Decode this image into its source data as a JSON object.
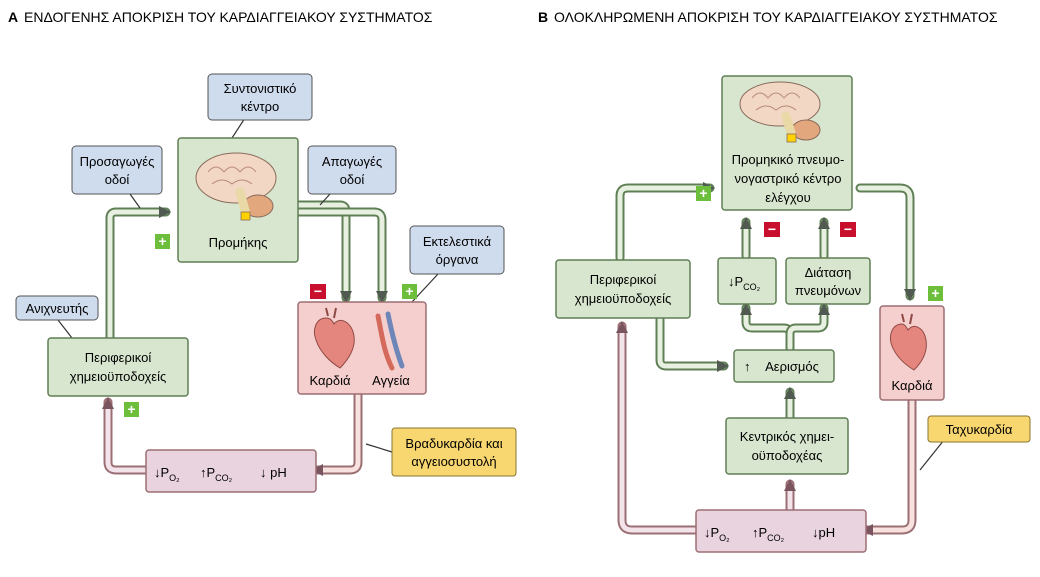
{
  "panel_a": {
    "letter": "A",
    "title": "ΕΝΔΟΓΕΝΗΣ ΑΠΟΚΡΙΣΗ ΤΟΥ ΚΑΡΔΙΑΓΓΕΙΑΚΟΥ ΣΥΣΤΗΜΑΤΟΣ",
    "coord_center": [
      "Συντονιστικό",
      "κέντρο"
    ],
    "afferent": [
      "Προσαγωγές",
      "οδοί"
    ],
    "efferent": [
      "Απαγωγές",
      "οδοί"
    ],
    "medulla": "Προμήκης",
    "effectors": [
      "Εκτελεστικά",
      "όργανα"
    ],
    "detector": "Ανιχνευτής",
    "chemoreceptors": [
      "Περιφερικοί",
      "χημειοϋποδοχείς"
    ],
    "heart": "Καρδιά",
    "vessels": "Αγγεία",
    "blood_gas": {
      "po2": "P",
      "po2_sub": "O₂",
      "pco2": "P",
      "pco2_sub": "CO₂",
      "ph": "pH"
    },
    "response": [
      "Βραδυκαρδία και",
      "αγγειοσυστολή"
    ]
  },
  "panel_b": {
    "letter": "B",
    "title": "ΟΛΟΚΛΗΡΩΜΕΝΗ ΑΠΟΚΡΙΣΗ ΤΟΥ ΚΑΡΔΙΑΓΓΕΙΑΚΟΥ ΣΥΣΤΗΜΑΤΟΣ",
    "center": [
      "Προμηκικό πνευμο-",
      "νογαστρικό κέντρο",
      "ελέγχου"
    ],
    "chemoreceptors": [
      "Περιφερικοί",
      "χημειοϋποδοχείς"
    ],
    "pco2": "P",
    "pco2_sub": "CO₂",
    "lung_stretch": [
      "Διάταση",
      "πνευμόνων"
    ],
    "ventilation": "Αερισμός",
    "central_chemo": [
      "Κεντρικός χημει-",
      "οϋποδοχέας"
    ],
    "heart": "Καρδιά",
    "response": "Ταχυκαρδία",
    "blood_gas": {
      "po2": "P",
      "po2_sub": "O₂",
      "pco2": "P",
      "pco2_sub": "CO₂",
      "ph": "pH"
    }
  },
  "signs": {
    "plus": "+",
    "minus": "−"
  },
  "colors": {
    "green_fill": "#d8e6cf",
    "green_stroke": "#5f7f55",
    "blue_fill": "#cfdcee",
    "pink_fill": "#f5cfcd",
    "pink_stroke": "#9b6f73",
    "lilac_fill": "#e9d3df",
    "yellow_fill": "#f8d770",
    "plus_green": "#6dbf3b",
    "minus_red": "#c8102e"
  }
}
